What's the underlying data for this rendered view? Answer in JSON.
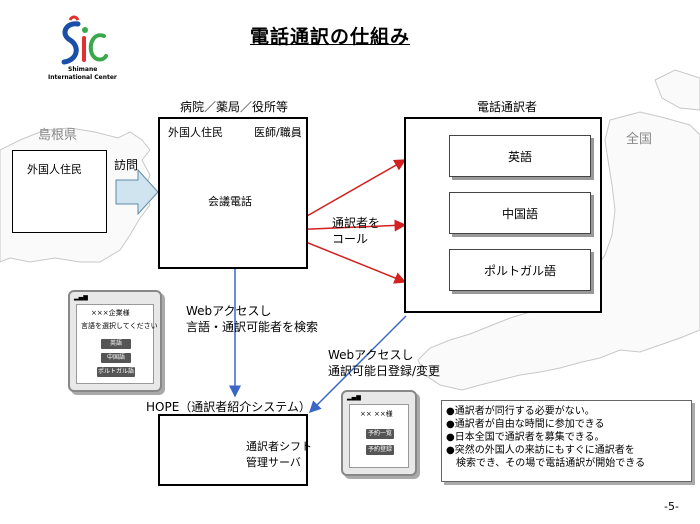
{
  "title": "電話通訳の仕組み",
  "logo": {
    "line1": "Shimane",
    "line2": "International Center"
  },
  "labels": {
    "shimane": "島根県",
    "zenkoku": "全国",
    "facility": "病院／薬局／役所等",
    "interpreters": "電話通訳者",
    "resident_left": "外国人住民",
    "visit": "訪問",
    "resident_center": "外国人住民",
    "doctor": "医師/職員",
    "conference_call": "会議電話",
    "call_line1": "通訳者を",
    "call_line2": "コール",
    "web1_line1": "Webアクセスし",
    "web1_line2": "言語・通訳可能者を検索",
    "web2_line1": "Webアクセスし",
    "web2_line2": "通訳可能日登録/変更",
    "hope": "HOPE（通訳者紹介システム）",
    "server_line1": "通訳者シフト",
    "server_line2": "管理サーバ",
    "page_number": "-5-"
  },
  "languages": [
    "英語",
    "中国語",
    "ポルトガル語"
  ],
  "phone_left": {
    "header": "×××企業様",
    "prompt": "言語を選択してください",
    "buttons": [
      "英語",
      "中国語",
      "ポルトガル語"
    ]
  },
  "phone_right": {
    "header": "×× ××様",
    "buttons": [
      "予約一覧",
      "予約登録"
    ]
  },
  "bullets": [
    "●通訳者が同行する必要がない。",
    "●通訳者が自由な時間に参加できる",
    "●日本全国で通訳者を募集できる。",
    "●突然の外国人の来訪にもすぐに通訳者を",
    "　検索でき、その場で電話通訳が開始できる"
  ],
  "colors": {
    "arrow_red": "#d42020",
    "arrow_blue": "#3a66c8",
    "ellipse": "#ffff33",
    "visit_arrow": "#cfe4ee"
  }
}
